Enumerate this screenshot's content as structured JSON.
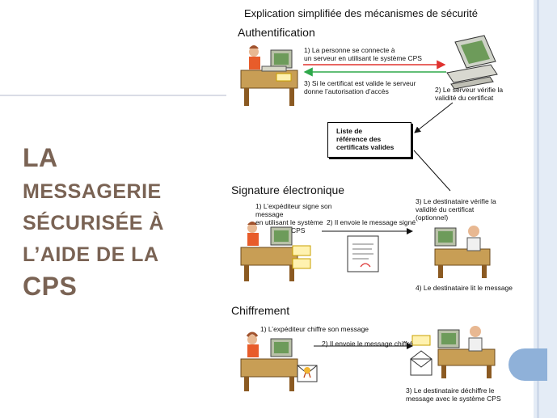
{
  "slide": {
    "title_lines": [
      "LA",
      "MESSAGERIE",
      "SÉCURISÉE À",
      "L’AIDE DE LA",
      "CPS"
    ]
  },
  "diagram": {
    "heading": "Explication simplifiée des mécanismes de sécurité",
    "auth": {
      "title": "Authentification",
      "step1": [
        "1) La personne se connecte à",
        "un serveur en utilisant le système CPS"
      ],
      "step2": [
        "2) Le serveur vérifie la",
        "validité du certificat"
      ],
      "step3": [
        "3) Si le certificat est valide le serveur",
        "donne l’autorisation d’accès"
      ]
    },
    "reference_box": [
      "Liste de",
      "référence des",
      "certificats valides"
    ],
    "signature": {
      "title": "Signature électronique",
      "step1": [
        "1) L’expéditeur signe son",
        "message",
        "en utilisant le système",
        "CPS"
      ],
      "step2": "2) Il envoie le message signé",
      "step3": [
        "3) Le destinataire vérifie la",
        "validité du certificat",
        "(optionnel)"
      ],
      "step4": "4) Le destinataire lit le message"
    },
    "chiffrement": {
      "title": "Chiffrement",
      "step1": "1) L’expéditeur chiffre son message",
      "step2": "2) Il envoie le message chiffré",
      "step3": [
        "3) Le destinataire déchiffre le",
        "message avec le système CPS"
      ]
    }
  },
  "colors": {
    "title": "#7a6354",
    "arrow_red": "#e0322f",
    "arrow_green": "#2ea84a",
    "rail": "#e4ecf6",
    "accent_blue": "#8fb1d9"
  }
}
